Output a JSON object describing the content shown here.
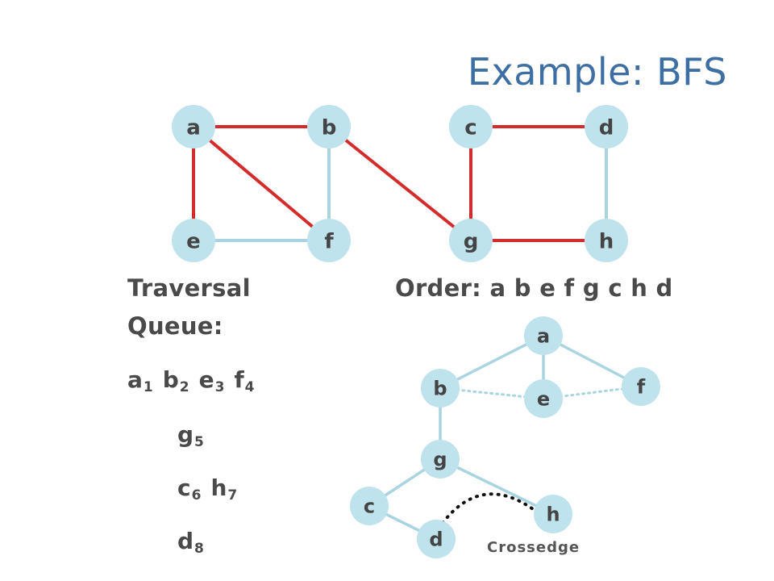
{
  "title": "Example: BFS",
  "colors": {
    "title": "#3e6fa3",
    "node": "#bfe3ec",
    "tree_edge": "#d42b2b",
    "other_edge": "#a8d5df",
    "text": "#4a4a4a"
  },
  "graph": {
    "nodes": [
      "a",
      "b",
      "c",
      "d",
      "e",
      "f",
      "g",
      "h"
    ],
    "edges": [
      {
        "from": "a",
        "to": "b",
        "type": "tree"
      },
      {
        "from": "a",
        "to": "e",
        "type": "tree"
      },
      {
        "from": "a",
        "to": "f",
        "type": "tree"
      },
      {
        "from": "b",
        "to": "f",
        "type": "other"
      },
      {
        "from": "e",
        "to": "f",
        "type": "other"
      },
      {
        "from": "b",
        "to": "g",
        "type": "tree"
      },
      {
        "from": "c",
        "to": "d",
        "type": "tree"
      },
      {
        "from": "c",
        "to": "g",
        "type": "tree"
      },
      {
        "from": "g",
        "to": "h",
        "type": "tree"
      },
      {
        "from": "d",
        "to": "h",
        "type": "other"
      }
    ]
  },
  "traversal": {
    "label_left": "Traversal",
    "label_right": "Order: a b e f g c h d",
    "queue_label": "Queue:"
  },
  "queue_rows": [
    [
      {
        "node": "a",
        "order": "1"
      },
      {
        "node": "b",
        "order": "2"
      },
      {
        "node": "e",
        "order": "3"
      },
      {
        "node": "f",
        "order": "4"
      }
    ],
    [
      {
        "node": "g",
        "order": "5"
      }
    ],
    [
      {
        "node": "c",
        "order": "6"
      },
      {
        "node": "h",
        "order": "7"
      }
    ],
    [
      {
        "node": "d",
        "order": "8"
      }
    ]
  ],
  "bfs_tree": {
    "nodes": [
      "a",
      "b",
      "e",
      "f",
      "g",
      "c",
      "h",
      "d"
    ],
    "edges": [
      {
        "from": "a",
        "to": "b",
        "style": "solid"
      },
      {
        "from": "a",
        "to": "e",
        "style": "solid"
      },
      {
        "from": "a",
        "to": "f",
        "style": "solid"
      },
      {
        "from": "b",
        "to": "e",
        "style": "dotted"
      },
      {
        "from": "e",
        "to": "f",
        "style": "dotted"
      },
      {
        "from": "b",
        "to": "g",
        "style": "solid"
      },
      {
        "from": "g",
        "to": "c",
        "style": "solid"
      },
      {
        "from": "g",
        "to": "h",
        "style": "solid"
      },
      {
        "from": "c",
        "to": "d",
        "style": "solid"
      }
    ],
    "cross_edge": {
      "from": "d",
      "to": "h",
      "label": "Crossedge"
    }
  }
}
